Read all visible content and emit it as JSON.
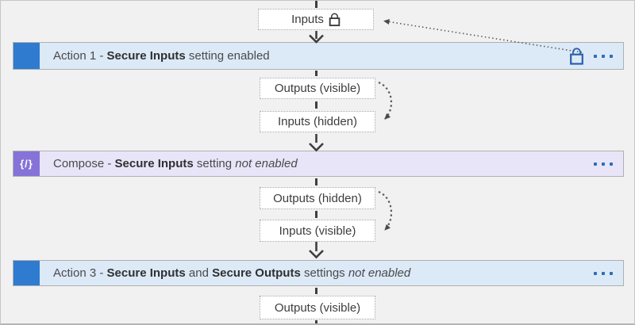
{
  "colors": {
    "page_bg": "#f2f1f1",
    "page_border": "#c6c6c6",
    "action_bar_bg": "#dce9f7",
    "bar_border": "#b0b0b0",
    "action_icon_blue": "#2e7bd0",
    "compose_bar_bg": "#e9e5f9",
    "compose_icon_purple": "#8673d8",
    "io_box_border": "#a3a3a3",
    "io_box_bg": "#ffffff",
    "text": "#4a4a4a",
    "text_bold": "#303030",
    "connector": "#3f3f3f",
    "dotted_arrow": "#5a5a5a",
    "lock_blue": "#2a5fad",
    "ellipsis_blue": "#2e6db4"
  },
  "flow": {
    "top_box": {
      "label": "Inputs"
    },
    "action1": {
      "prefix": "Action 1 - ",
      "bold": "Secure Inputs",
      "rest": " setting enabled"
    },
    "io_out_visible_1": {
      "label": "Outputs (visible)"
    },
    "io_in_hidden": {
      "label": "Inputs (hidden)"
    },
    "compose": {
      "prefix": "Compose - ",
      "bold": "Secure Inputs",
      "mid": " setting ",
      "italic": "not enabled"
    },
    "io_out_hidden": {
      "label": "Outputs (hidden)"
    },
    "io_in_visible": {
      "label": "Inputs (visible)"
    },
    "action3": {
      "prefix": "Action 3 - ",
      "bold1": "Secure Inputs",
      "and": " and ",
      "bold2": "Secure Outputs",
      "mid": " settings ",
      "italic": "not enabled"
    },
    "io_out_visible_2": {
      "label": "Outputs (visible)"
    }
  },
  "icons": {
    "compose_glyph": "{/}"
  }
}
